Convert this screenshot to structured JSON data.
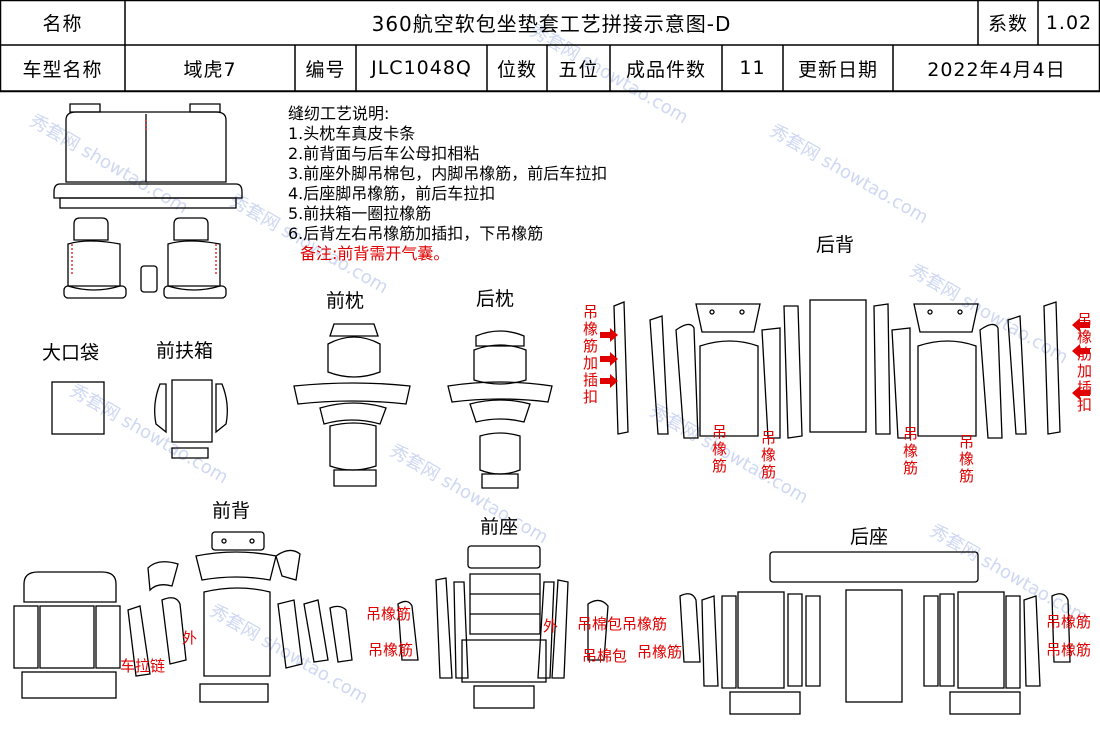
{
  "header": {
    "name_label": "名称",
    "title": "360航空软包坐垫套工艺拼接示意图-D",
    "coef_label": "系数",
    "coef_value": "1.02",
    "model_label": "车型名称",
    "model_value": "域虎7",
    "code_label": "编号",
    "code_value": "JLC1048Q",
    "seats_label": "位数",
    "seats_value": "五位",
    "pieces_label": "成品件数",
    "pieces_value": "11",
    "date_label": "更新日期",
    "date_value": "2022年4月4日"
  },
  "notes": {
    "heading": "缝纫工艺说明:",
    "items": [
      "1.头枕车真皮卡条",
      "2.前背面与后车公母扣相粘",
      "3.前座外脚吊棉包，内脚吊橡筋，前后车拉扣",
      "4.后座脚吊橡筋，前后车拉扣",
      "5.前扶箱一圈拉橡筋",
      "6.后背左右吊橡筋加插扣，下吊橡筋"
    ],
    "remark": "备注:前背需开气囊。"
  },
  "sections": {
    "big_pocket": "大口袋",
    "front_armrest": "前扶箱",
    "front_headrest": "前枕",
    "rear_headrest": "后枕",
    "rear_back": "后背",
    "front_back": "前背",
    "front_seat": "前座",
    "rear_seat": "后座"
  },
  "annotations": {
    "elastic_clip": "吊橡筋加插扣",
    "elastic": "吊橡筋",
    "zipper": "车拉链",
    "outer": "外",
    "cotton_pad": "吊棉包",
    "cotton_pad_elastic": "吊棉包吊橡筋"
  },
  "watermark": "秀套网 showtao.com",
  "colors": {
    "annotation": "#e00000",
    "watermark": "#cfd8f2",
    "line": "#000000"
  }
}
